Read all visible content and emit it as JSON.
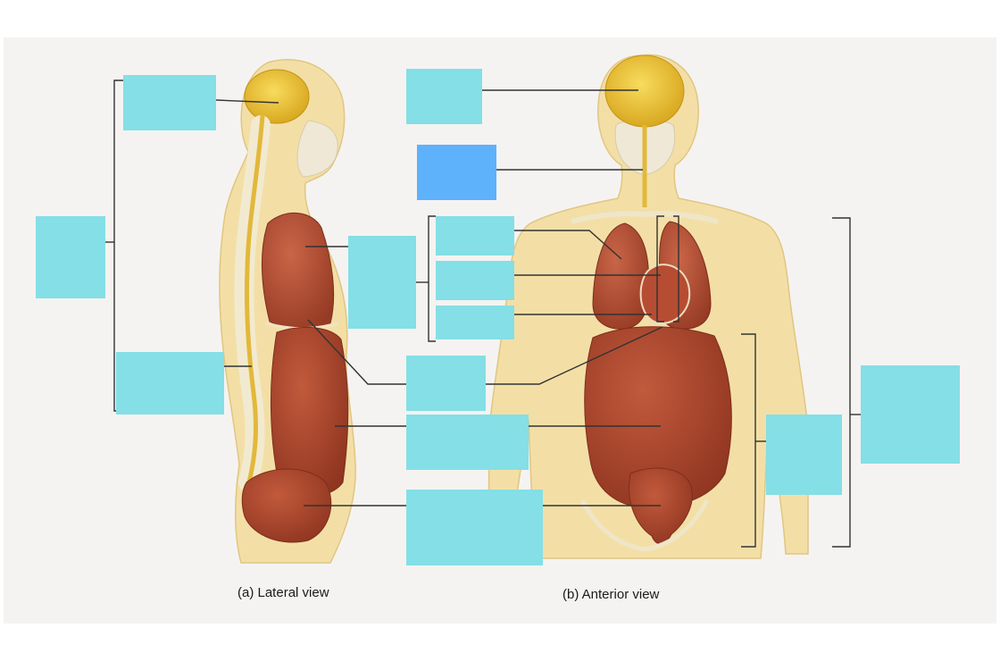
{
  "captions": {
    "lateral": "(a) Lateral view",
    "anterior": "(b) Anterior view"
  },
  "label_boxes": [
    {
      "id": "lat-cranial"
    },
    {
      "id": "lat-dorsal"
    },
    {
      "id": "lat-vertebral"
    },
    {
      "id": "lat-thoracic"
    },
    {
      "id": "ant-cranial"
    },
    {
      "id": "ant-vertebral",
      "selected": true
    },
    {
      "id": "ant-pleural"
    },
    {
      "id": "ant-mediastinum"
    },
    {
      "id": "ant-pericardial"
    },
    {
      "id": "diaphragm"
    },
    {
      "id": "abdominal"
    },
    {
      "id": "pelvic"
    },
    {
      "id": "abdominopelvic"
    },
    {
      "id": "ventral"
    }
  ],
  "colors": {
    "label_box": "#84dfe6",
    "selected_box": "#5eb1fb",
    "skin": "#f3dfa6",
    "organ": "#a8452d",
    "brain": "#f2c83a"
  }
}
